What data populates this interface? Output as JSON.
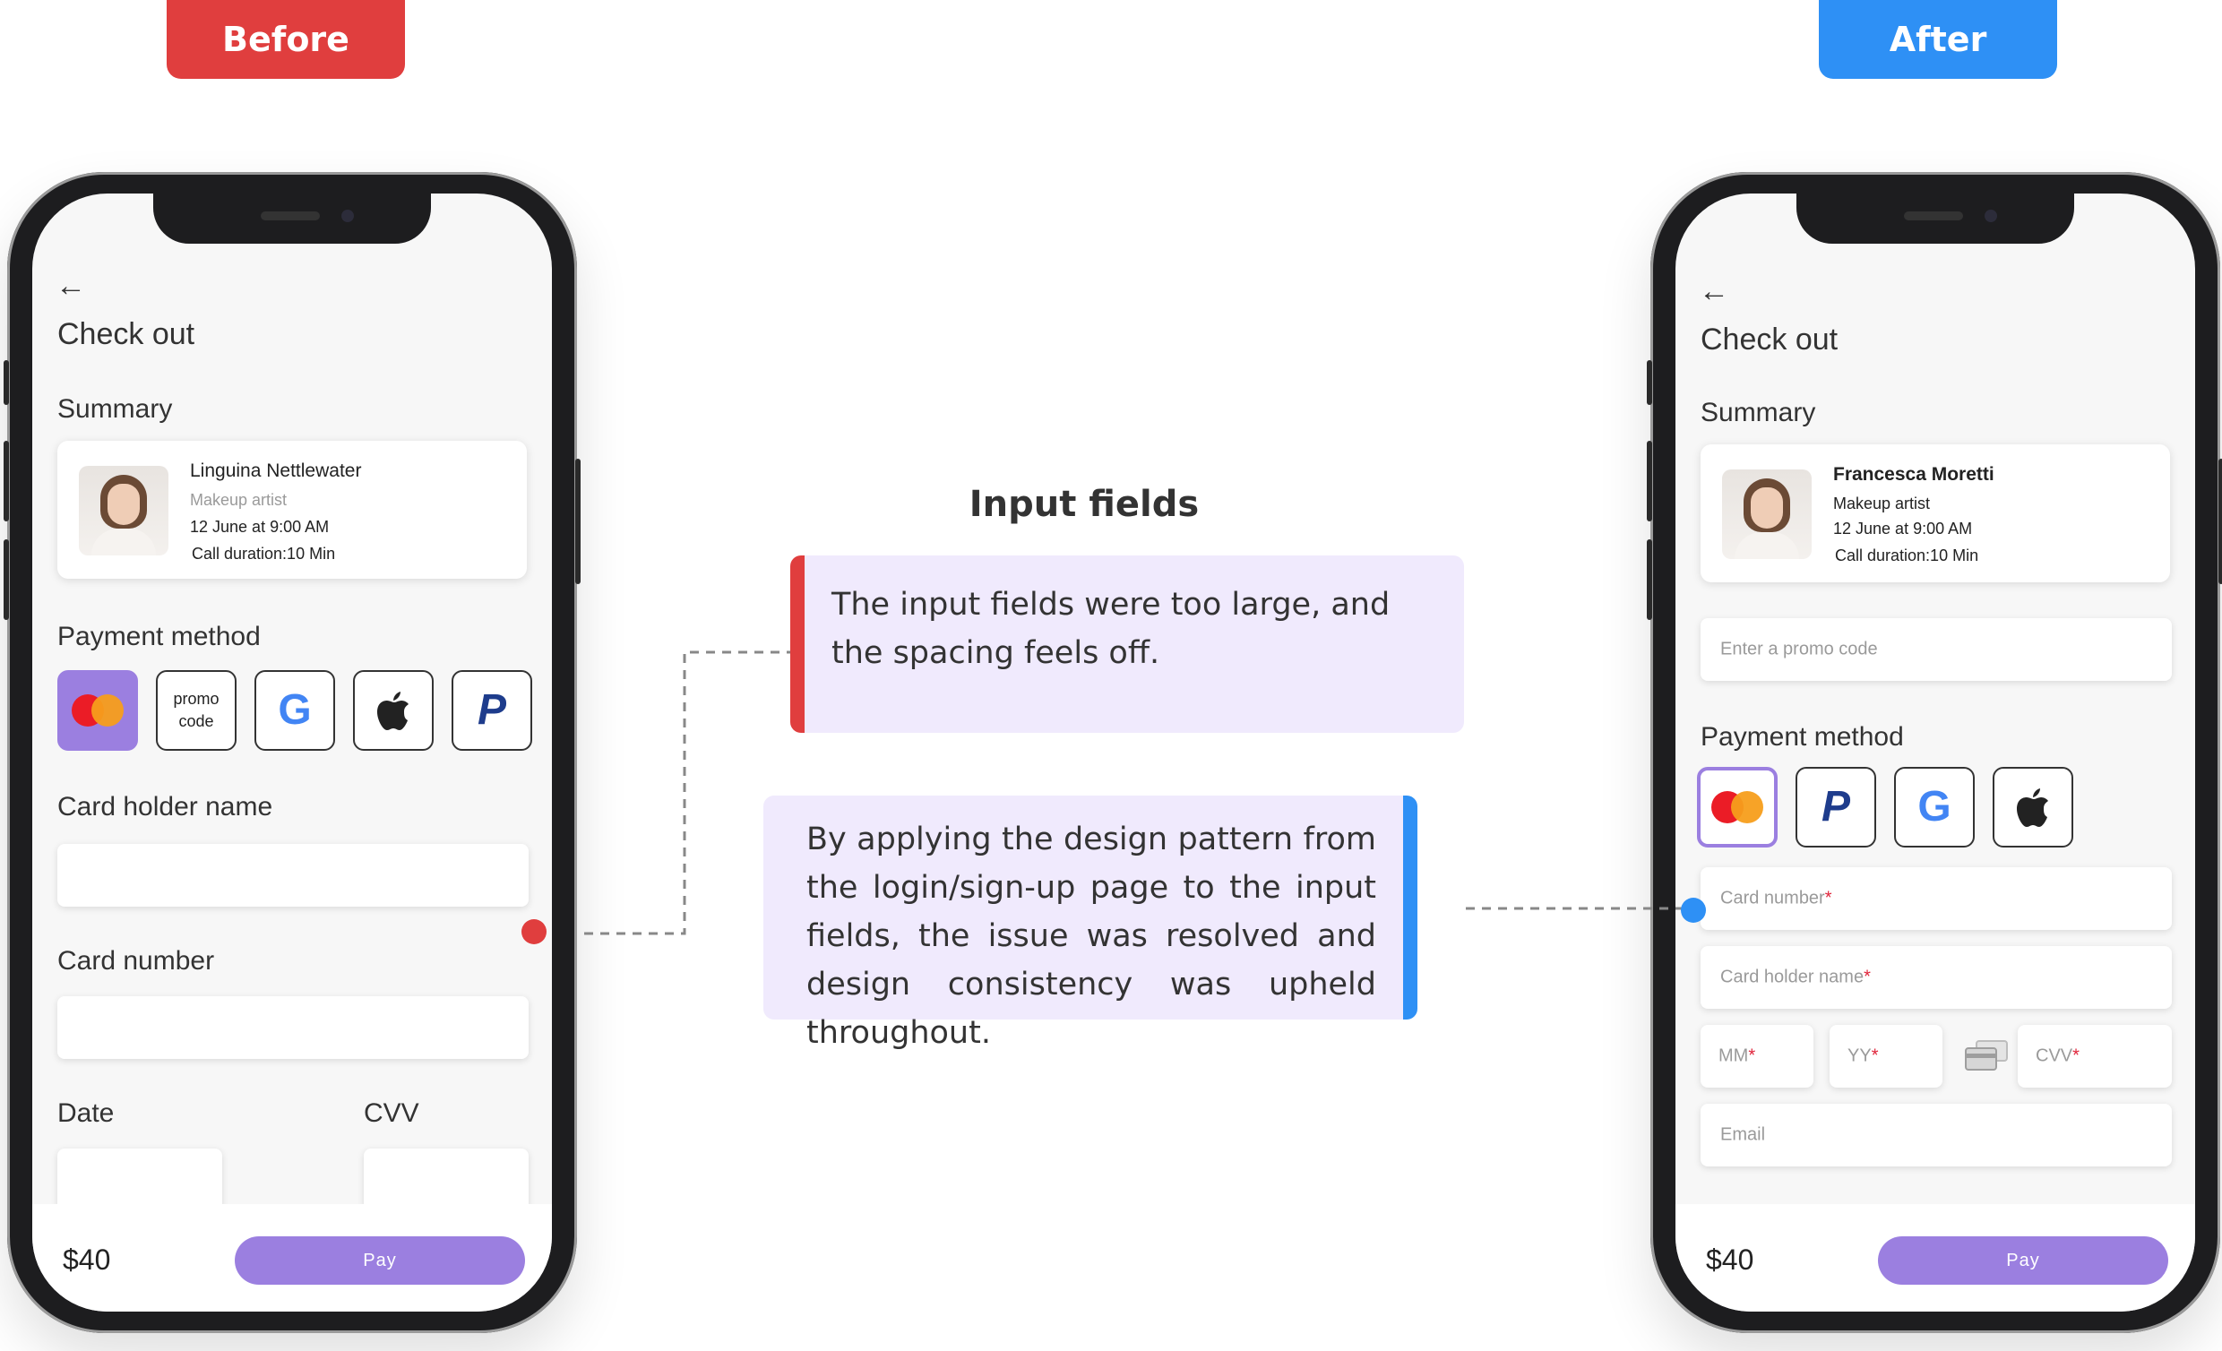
{
  "labels": {
    "before": "Before",
    "after": "After"
  },
  "center": {
    "title": "Input fields",
    "problem": "The input fields were too large, and the spacing feels off.",
    "solution": "By applying the design pattern from the login/sign-up page to the input fields, the issue was resolved and design consistency was upheld throughout."
  },
  "before": {
    "back_glyph": "←",
    "title": "Check out",
    "summary_label": "Summary",
    "person": {
      "name": "Linguina Nettlewater",
      "role": "Makeup artist",
      "date": "12 June at 9:00 AM",
      "duration": "Call duration:10 Min"
    },
    "payment_label": "Payment method",
    "promo_line1": "promo",
    "promo_line2": "code",
    "google_glyph": "G",
    "paypal_glyph": "P",
    "card_holder_label": "Card holder name",
    "card_number_label": "Card number",
    "date_label": "Date",
    "cvv_label": "CVV",
    "price": "$40",
    "pay_label": "Pay"
  },
  "after": {
    "back_glyph": "←",
    "title": "Check out",
    "summary_label": "Summary",
    "person": {
      "name": "Francesca Moretti",
      "role": "Makeup artist",
      "date": "12 June at 9:00 AM",
      "duration": "Call duration:10 Min"
    },
    "promo_placeholder": "Enter a promo code",
    "payment_label": "Payment method",
    "google_glyph": "G",
    "paypal_glyph": "P",
    "card_number_ph": "Card number",
    "card_holder_ph": "Card holder name",
    "mm_ph": "MM",
    "yy_ph": "YY",
    "cvv_ph": "CVV",
    "email_ph": "Email",
    "required_mark": "*",
    "price": "$40",
    "pay_label": "Pay"
  },
  "colors": {
    "before_tag": "#e03e3e",
    "after_tag": "#2e90f5",
    "accent_purple": "#9b7fe0",
    "note_bg": "#f0eafd"
  },
  "icons": [
    "back-arrow-icon",
    "mastercard-icon",
    "google-icon",
    "apple-icon",
    "paypal-icon",
    "card-icon"
  ]
}
